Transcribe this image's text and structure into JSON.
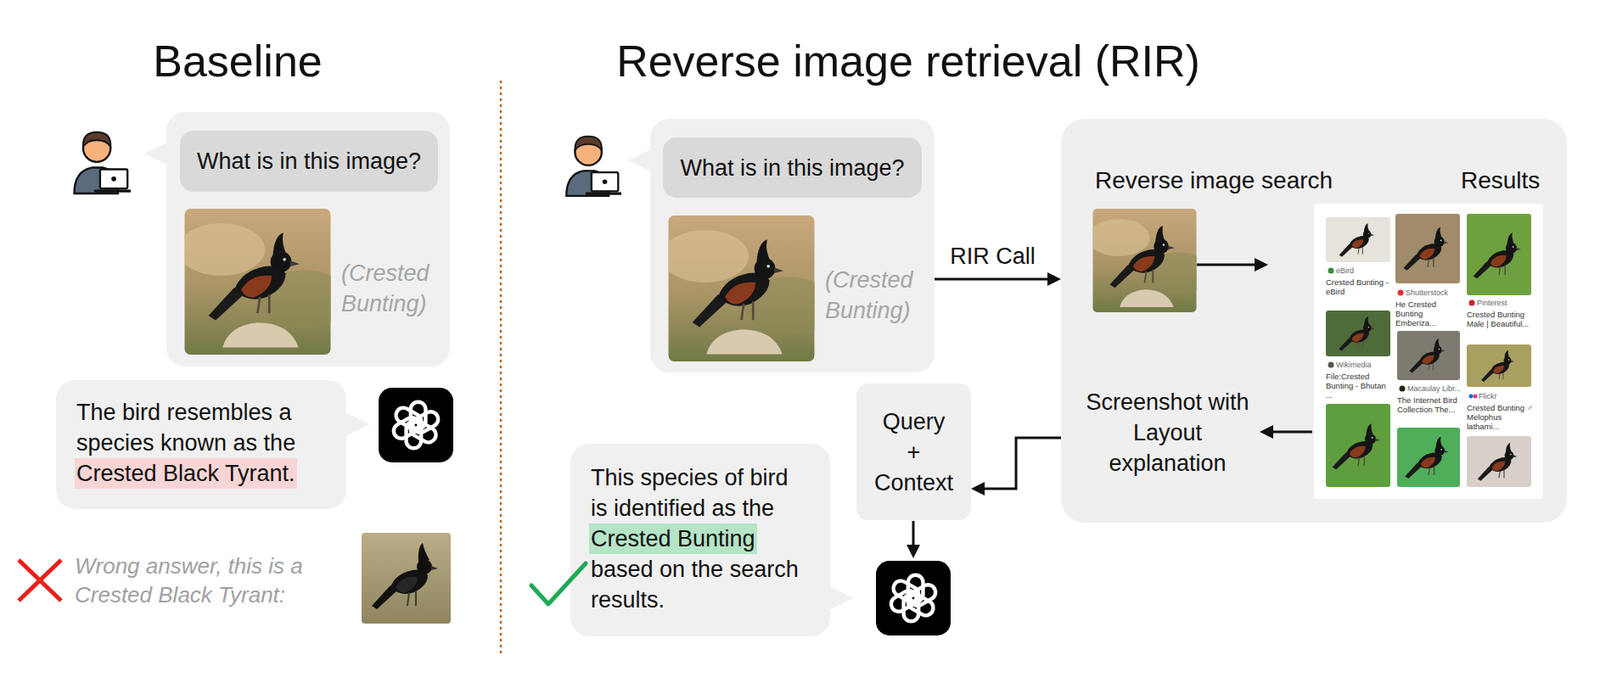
{
  "diagram": {
    "nodes": [
      {
        "text": [
          "(Crested Bunting)"
        ]
      },
      {
        "text": [
          "What is in this image?"
        ],
        "in": 0
      },
      {
        "text": [
          "The bird resembles a species known as the",
          "Crested Black Tyrant."
        ]
      },
      {
        "text": [
          "(Crested Bunting)"
        ]
      },
      {
        "text": [
          "What is in this image?"
        ],
        "in": 3
      },
      {
        "text": [
          "Reverse image search",
          "Results",
          "Screenshot with Layout explanation"
        ]
      },
      {
        "text": [
          "Query + Context"
        ]
      },
      {
        "text": [
          "This species of bird is identified as the",
          "Crested Bunting",
          "based on the search results."
        ]
      }
    ],
    "edges": [
      {
        "from": 3,
        "to": 5,
        "arrow": "to",
        "label": "RIR Call"
      },
      {
        "from": 5,
        "to": 6,
        "arrow": "to"
      }
    ],
    "labels": [
      "Baseline",
      "Reverse image retrieval (RIR)",
      "Wrong answer, this is a Crested Black Tyrant:",
      "eBird",
      "Crested Bunting - eBird",
      "Shutterstock",
      "He Crested Bunting Emberiza...",
      "Pinterest",
      "Crested Bunting Male | Beautiful...",
      "Wikimedia",
      "File:Crested Bunting - Bhutan ...",
      "Macaulay Libr...",
      "The Internet Bird Collection The...",
      "Flickr",
      "Crested Bunting ♂ Melophus lathami..."
    ]
  }
}
